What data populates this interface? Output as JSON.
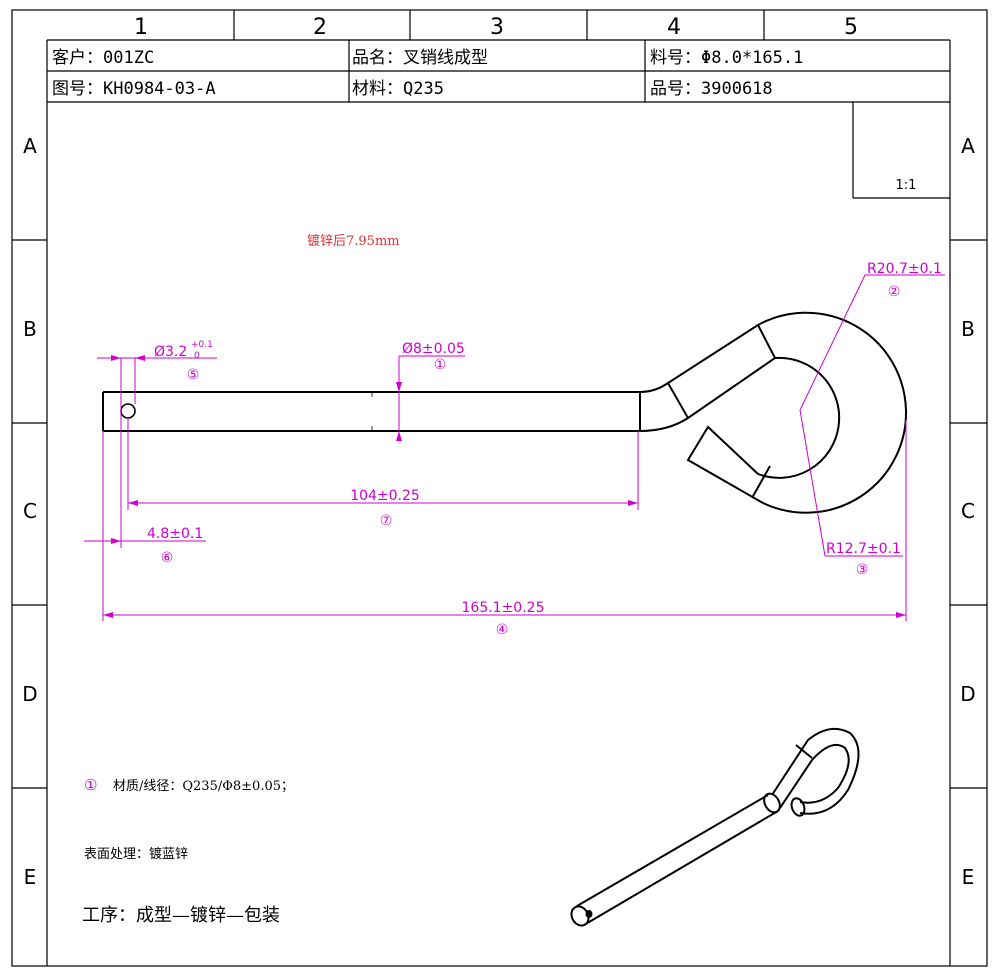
{
  "columns": [
    "1",
    "2",
    "3",
    "4",
    "5"
  ],
  "rows": [
    "A",
    "B",
    "C",
    "D",
    "E"
  ],
  "title_block": {
    "customer": "客户：001ZC",
    "product_name": "品名：叉销线成型",
    "material_no": "料号：Φ8.0*165.1",
    "drawing_no": "图号：KH0984-03-A",
    "material": "材料：Q235",
    "part_no": "品号：3900618"
  },
  "scale": "1:1",
  "plating_note": "镀锌后7.95mm",
  "dimensions": {
    "hole_dia": "Ø3.2",
    "hole_tol_upper": "+0.1",
    "hole_tol_lower": "0",
    "hole_marker": "⑤",
    "wire_dia": "Ø8±0.05",
    "wire_marker": "①",
    "straight_len": "104±0.25",
    "straight_marker": "⑦",
    "hole_offset": "4.8±0.1",
    "hole_offset_marker": "⑥",
    "total_len": "165.1±0.25",
    "total_marker": "④",
    "outer_radius": "R20.7±0.1",
    "outer_radius_marker": "②",
    "inner_radius": "R12.7±0.1",
    "inner_radius_marker": "③"
  },
  "notes": {
    "note1_marker": "①",
    "note1_text": "材质/线径：Q235/Φ8±0.05；",
    "note2": "表面处理：镀蓝锌",
    "note3": "工序：成型—镀锌—包装"
  },
  "colors": {
    "dimension": "#d000d0",
    "note": "#e03030",
    "line": "#000000"
  }
}
